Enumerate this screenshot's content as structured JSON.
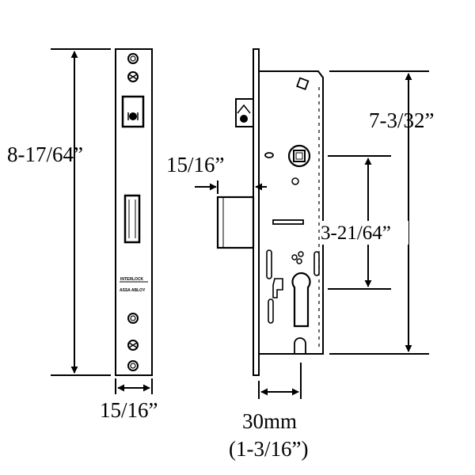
{
  "diagram": {
    "faceplate_height": "8-17/64”",
    "faceplate_width": "15/16”",
    "bolt_width": "15/16”",
    "case_height": "7-3/32”",
    "spindle_to_cylinder": "3-21/64”",
    "backset_mm": "30mm",
    "backset_in": "(1-3/16”)",
    "brand_text": "INTERLOCK",
    "brand_sub": "ASSA ABLOY"
  }
}
